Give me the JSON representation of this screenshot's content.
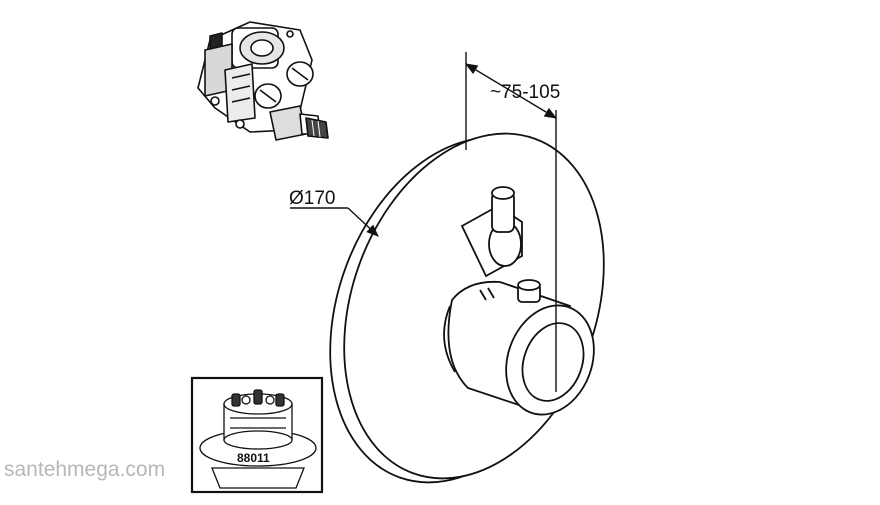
{
  "drawing": {
    "dimension_depth": "~75-105",
    "dimension_diameter": "Ø170",
    "inset_part_number": "88011",
    "watermark": "santehmega.com"
  },
  "colors": {
    "line": "#111111",
    "background": "#ffffff",
    "watermark": "#b7b7b7"
  }
}
